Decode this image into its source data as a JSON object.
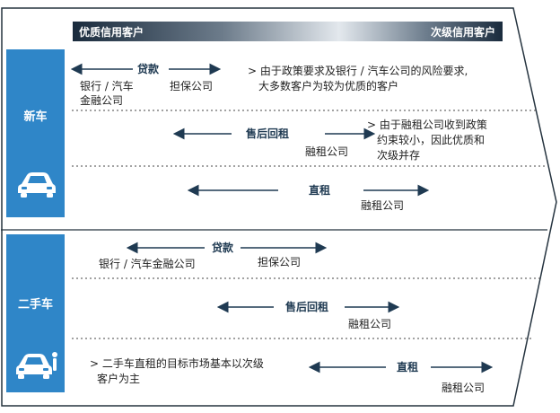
{
  "header": {
    "left_label": "优质信用客户",
    "right_label": "次级信用客户"
  },
  "sections": {
    "new_car": {
      "label": "新车",
      "rows": {
        "loan": {
          "title": "贷款",
          "left_text_line1": "银行 / 汽车",
          "left_text_line2": "金融公司",
          "right_text": "担保公司",
          "note_line1": "> 由于政策要求及银行 / 汽车公司的风险要求,",
          "note_line2": "大多数客户为较为优质的客户"
        },
        "aftersale_leaseback": {
          "title": "售后回租",
          "right_text": "融租公司",
          "note_line1": "> 由于融租公司收到政策",
          "note_line2": "约束较小，因此优质和",
          "note_line3": "次级并存"
        },
        "direct_lease": {
          "title": "直租",
          "right_text": "融租公司"
        }
      }
    },
    "used_car": {
      "label": "二手车",
      "rows": {
        "loan": {
          "title": "贷款",
          "left_text": "银行 / 汽车金融公司",
          "right_text": "担保公司"
        },
        "aftersale_leaseback": {
          "title": "售后回租",
          "right_text": "融租公司"
        },
        "direct_lease": {
          "title": "直租",
          "right_text": "融租公司",
          "note_line1": "> 二手车直租的目标市场基本以次级",
          "note_line2": "客户为主"
        }
      }
    }
  },
  "colors": {
    "accent_blue": "#2f86c8",
    "arrow_dark": "#1f3a52",
    "header_dark": "#1a2b3d"
  }
}
